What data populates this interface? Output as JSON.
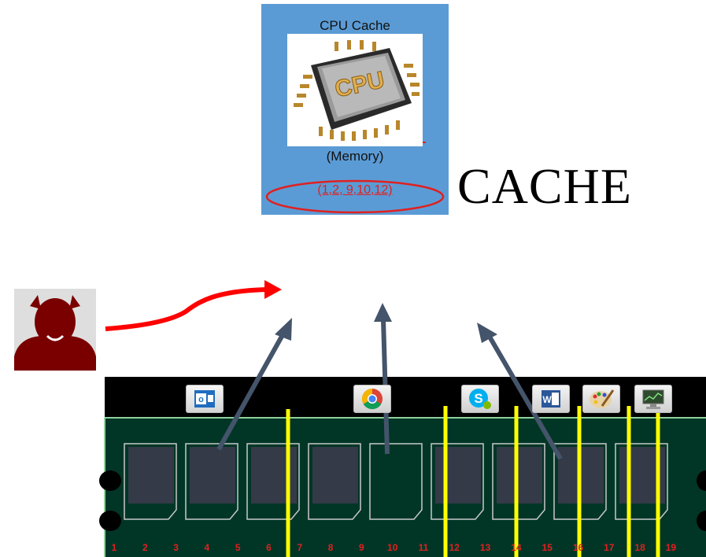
{
  "cache": {
    "title": "CPU Cache",
    "chip_label": "CPU",
    "subtitle": "(Memory)",
    "addresses": "(1,2, 9,10,12)",
    "heading": "CACHE"
  },
  "memory": {
    "cell_numbers": [
      "1",
      "2",
      "3",
      "4",
      "5",
      "6",
      "7",
      "8",
      "9",
      "10",
      "11",
      "12",
      "13",
      "14",
      "15",
      "16",
      "17",
      "18",
      "19"
    ],
    "apps": [
      {
        "name": "outlook-icon",
        "letter": "o"
      },
      {
        "name": "chrome-icon",
        "letter": ""
      },
      {
        "name": "skype-icon",
        "letter": "S"
      },
      {
        "name": "word-icon",
        "letter": "W"
      },
      {
        "name": "paint-icon",
        "letter": ""
      },
      {
        "name": "monitor-icon",
        "letter": ""
      }
    ]
  },
  "colors": {
    "panel": "#5b9bd5",
    "board": "#013626",
    "chip": "#343a48",
    "marker": "#ffff00",
    "attack": "#ff0000",
    "arrow": "#44546a",
    "attacker": "#7a0000"
  }
}
